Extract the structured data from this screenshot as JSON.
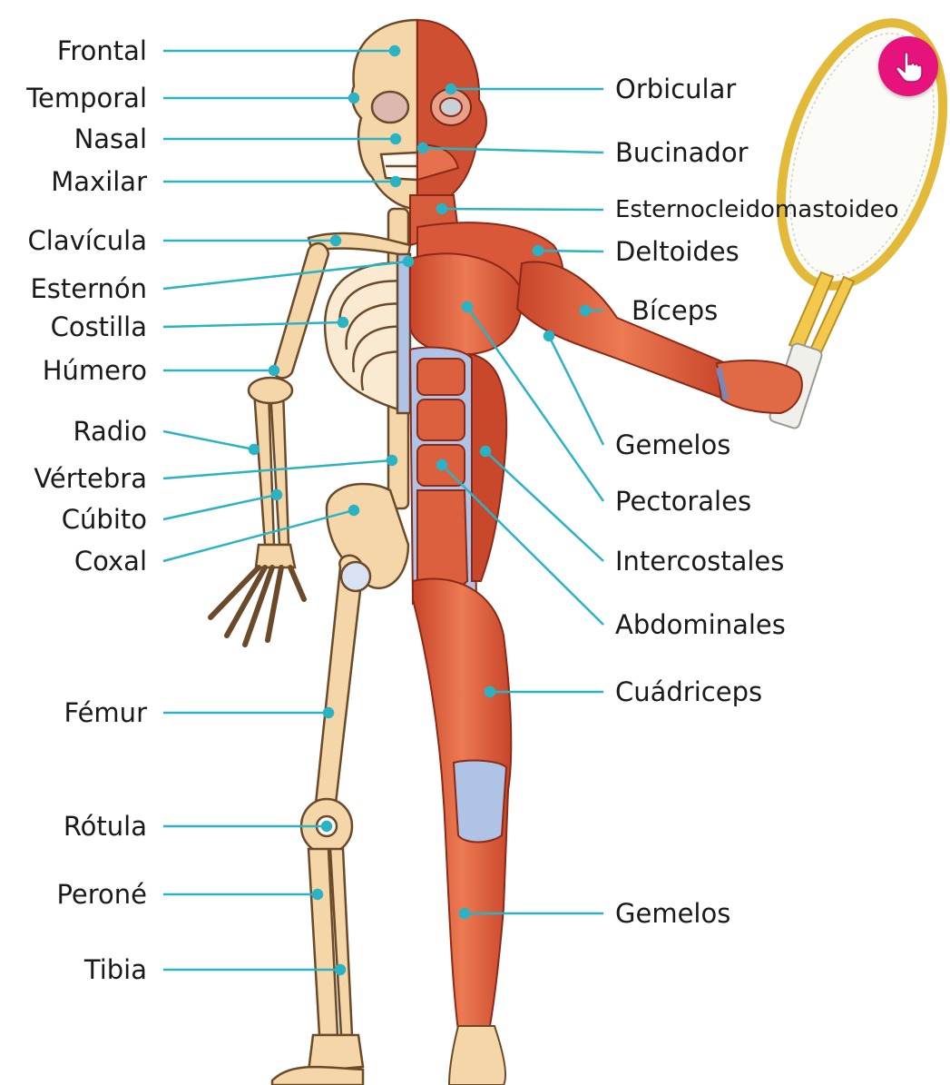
{
  "diagram": {
    "labels_left": [
      {
        "id": "frontal",
        "text": "Frontal"
      },
      {
        "id": "temporal",
        "text": "Temporal"
      },
      {
        "id": "nasal",
        "text": "Nasal"
      },
      {
        "id": "maxilar",
        "text": "Maxilar"
      },
      {
        "id": "clavicula",
        "text": "Clavícula"
      },
      {
        "id": "esternon",
        "text": "Esternón"
      },
      {
        "id": "costilla",
        "text": "Costilla"
      },
      {
        "id": "humero",
        "text": "Húmero"
      },
      {
        "id": "radio",
        "text": "Radio"
      },
      {
        "id": "vertebra",
        "text": "Vértebra"
      },
      {
        "id": "cubito",
        "text": "Cúbito"
      },
      {
        "id": "coxal",
        "text": "Coxal"
      },
      {
        "id": "femur",
        "text": "Fémur"
      },
      {
        "id": "rotula",
        "text": "Rótula"
      },
      {
        "id": "perone",
        "text": "Peroné"
      },
      {
        "id": "tibia",
        "text": "Tibia"
      }
    ],
    "labels_right": [
      {
        "id": "orbicular",
        "text": "Orbicular"
      },
      {
        "id": "bucinador",
        "text": "Bucinador"
      },
      {
        "id": "esternocleidomastoideo",
        "text": "Esternocleidomastoideo"
      },
      {
        "id": "deltoides",
        "text": "Deltoides"
      },
      {
        "id": "biceps",
        "text": "Bíceps"
      },
      {
        "id": "gemelos-upper",
        "text": "Gemelos"
      },
      {
        "id": "pectorales",
        "text": "Pectorales"
      },
      {
        "id": "intercostales",
        "text": "Intercostales"
      },
      {
        "id": "abdominales",
        "text": "Abdominales"
      },
      {
        "id": "cuadriceps",
        "text": "Cuádriceps"
      },
      {
        "id": "gemelos-lower",
        "text": "Gemelos"
      }
    ],
    "interactive_icon": "pointing-hand-icon",
    "colors": {
      "leader_line": "#29b3c4",
      "bone": "#f5d6a8",
      "bone_outline": "#6b4a2a",
      "muscle": "#d9583a",
      "muscle_light": "#f08a60",
      "tendon": "#aec3e6",
      "button": "#e6137d",
      "racket_frame": "#f2c94c"
    }
  }
}
